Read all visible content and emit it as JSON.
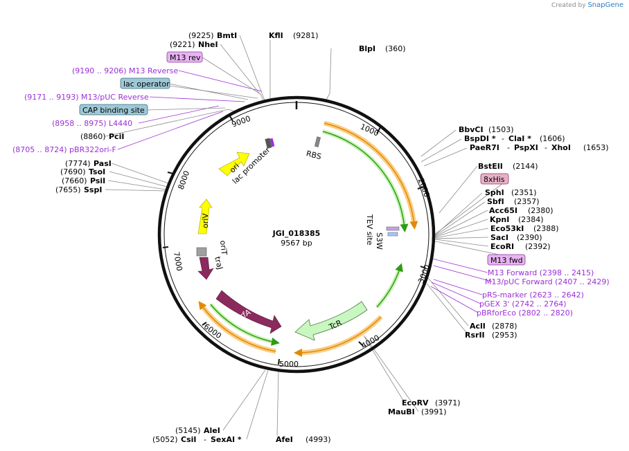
{
  "watermark": {
    "created_by": "Created by",
    "brand": "SnapGene"
  },
  "plasmid": {
    "name": "JGI_018385",
    "size": "9567 bp"
  },
  "ticks": [
    "1000",
    "2000",
    "3000",
    "4000",
    "5000",
    "6000",
    "7000",
    "8000",
    "9000"
  ],
  "features": {
    "rbs": "RBS",
    "lac_promoter": "lac promoter",
    "ori": "ori",
    "oriV": "oriV",
    "oriT": "oriT",
    "traJ": "traJ",
    "trfA": "trfA",
    "TcR": "TcR",
    "S3W": "S3W",
    "TEV": "TEV site"
  },
  "boxed": {
    "m13rev": "M13 rev",
    "lac_operator": "lac operator",
    "cap": "CAP binding site",
    "his": "8xHis",
    "m13fwd": "M13 fwd"
  },
  "enzymes": {
    "bmti": {
      "pos": "(9225)",
      "name": "BmtI"
    },
    "nhei": {
      "pos": "(9221)",
      "name": "NheI"
    },
    "kfli": {
      "name": "KflI",
      "pos": "(9281)"
    },
    "blpi": {
      "name": "BlpI",
      "pos": "(360)"
    },
    "pcii": {
      "pos": "(8860)",
      "name": "PciI"
    },
    "pasi": {
      "pos": "(7774)",
      "name": "PasI"
    },
    "tsoi": {
      "pos": "(7690)",
      "name": "TsoI"
    },
    "psii": {
      "pos": "(7660)",
      "name": "PsiI"
    },
    "sspi": {
      "pos": "(7655)",
      "name": "SspI"
    },
    "bbvci": {
      "name": "BbvCI",
      "pos": "(1503)"
    },
    "bspdi": {
      "name": "BspDI *",
      "sep": "-",
      "name2": "ClaI *",
      "pos": "(1606)"
    },
    "paer7i": {
      "name": "PaeR7I",
      "sep": "-",
      "name2": "PspXI",
      "sep2": "-",
      "name3": "XhoI",
      "pos": "(1653)"
    },
    "bsteii": {
      "name": "BstEII",
      "pos": "(2144)"
    },
    "sphi": {
      "name": "SphI",
      "pos": "(2351)"
    },
    "sbfi": {
      "name": "SbfI",
      "pos": "(2357)"
    },
    "acc65i": {
      "name": "Acc65I",
      "pos": "(2380)"
    },
    "kpni": {
      "name": "KpnI",
      "pos": "(2384)"
    },
    "eco53ki": {
      "name": "Eco53kI",
      "pos": "(2388)"
    },
    "saci": {
      "name": "SacI",
      "pos": "(2390)"
    },
    "ecori": {
      "name": "EcoRI",
      "pos": "(2392)"
    },
    "acli": {
      "name": "AclI",
      "pos": "(2878)"
    },
    "rsrii": {
      "name": "RsrII",
      "pos": "(2953)"
    },
    "ecorv": {
      "name": "EcoRV",
      "pos": "(3971)"
    },
    "maubi": {
      "name": "MauBI",
      "pos": "(3991)"
    },
    "alei": {
      "pos": "(5145)",
      "name": "AleI"
    },
    "csii": {
      "pos": "(5052)",
      "name": "CsiI",
      "sep": "-",
      "name2": "SexAI *"
    },
    "afei": {
      "name": "AfeI",
      "pos": "(4993)"
    }
  },
  "primers": {
    "m13reverse": "(9190 .. 9206)  M13 Reverse",
    "m13puc_rev": "(9171 .. 9193)  M13/pUC Reverse",
    "l4440": "(8958 .. 8975)  L4440",
    "pbr322": "(8705 .. 8724)  pBR322ori-F",
    "m13forward": "M13 Forward    (2398 .. 2415)",
    "m13puc_fwd": "M13/pUC Forward    (2407 .. 2429)",
    "prs": "pRS-marker    (2623 .. 2642)",
    "pgex": "pGEX 3'    (2742 .. 2764)",
    "pbrforeco": "pBRforEco    (2802 .. 2820)"
  },
  "colors": {
    "backbone": "#000000",
    "orange": "#f5a623",
    "green": "#2e9c12",
    "enzyme_line": "#8a8a8a",
    "primer": "#9b2fd6",
    "ori": "#ffff00",
    "maroon": "#8b2a5c",
    "tcr": "#c8f7c0",
    "operator_box": "#9ec8d6",
    "m13_box": "#e7b3f0"
  }
}
